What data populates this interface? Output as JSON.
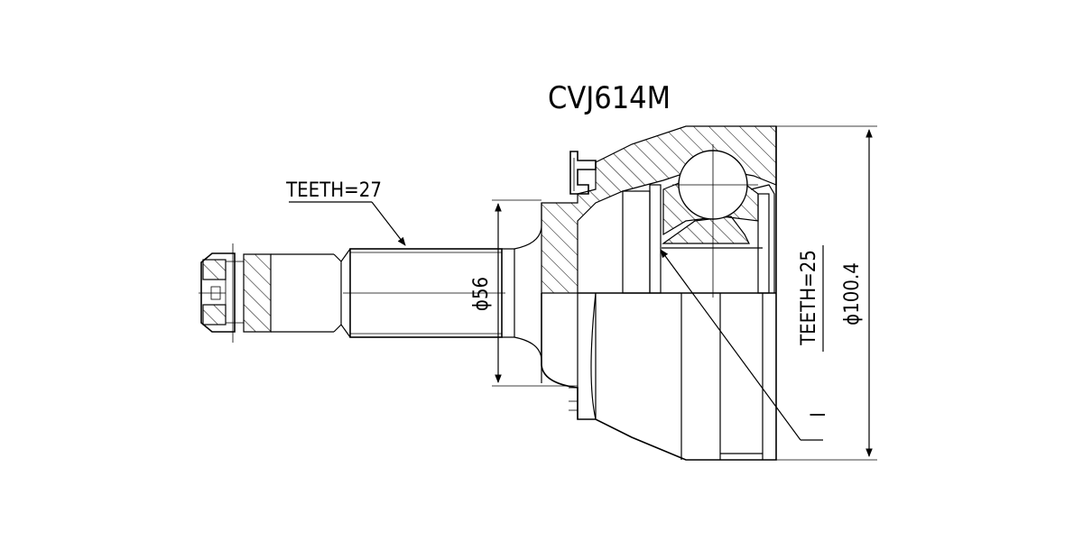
{
  "title": "CVJ614M",
  "labels": {
    "teeth_outer": "TEETH=27",
    "teeth_inner": "TEETH=25",
    "diameter_small": "ϕ56",
    "diameter_large": "ϕ100.4",
    "callout": "I"
  }
}
